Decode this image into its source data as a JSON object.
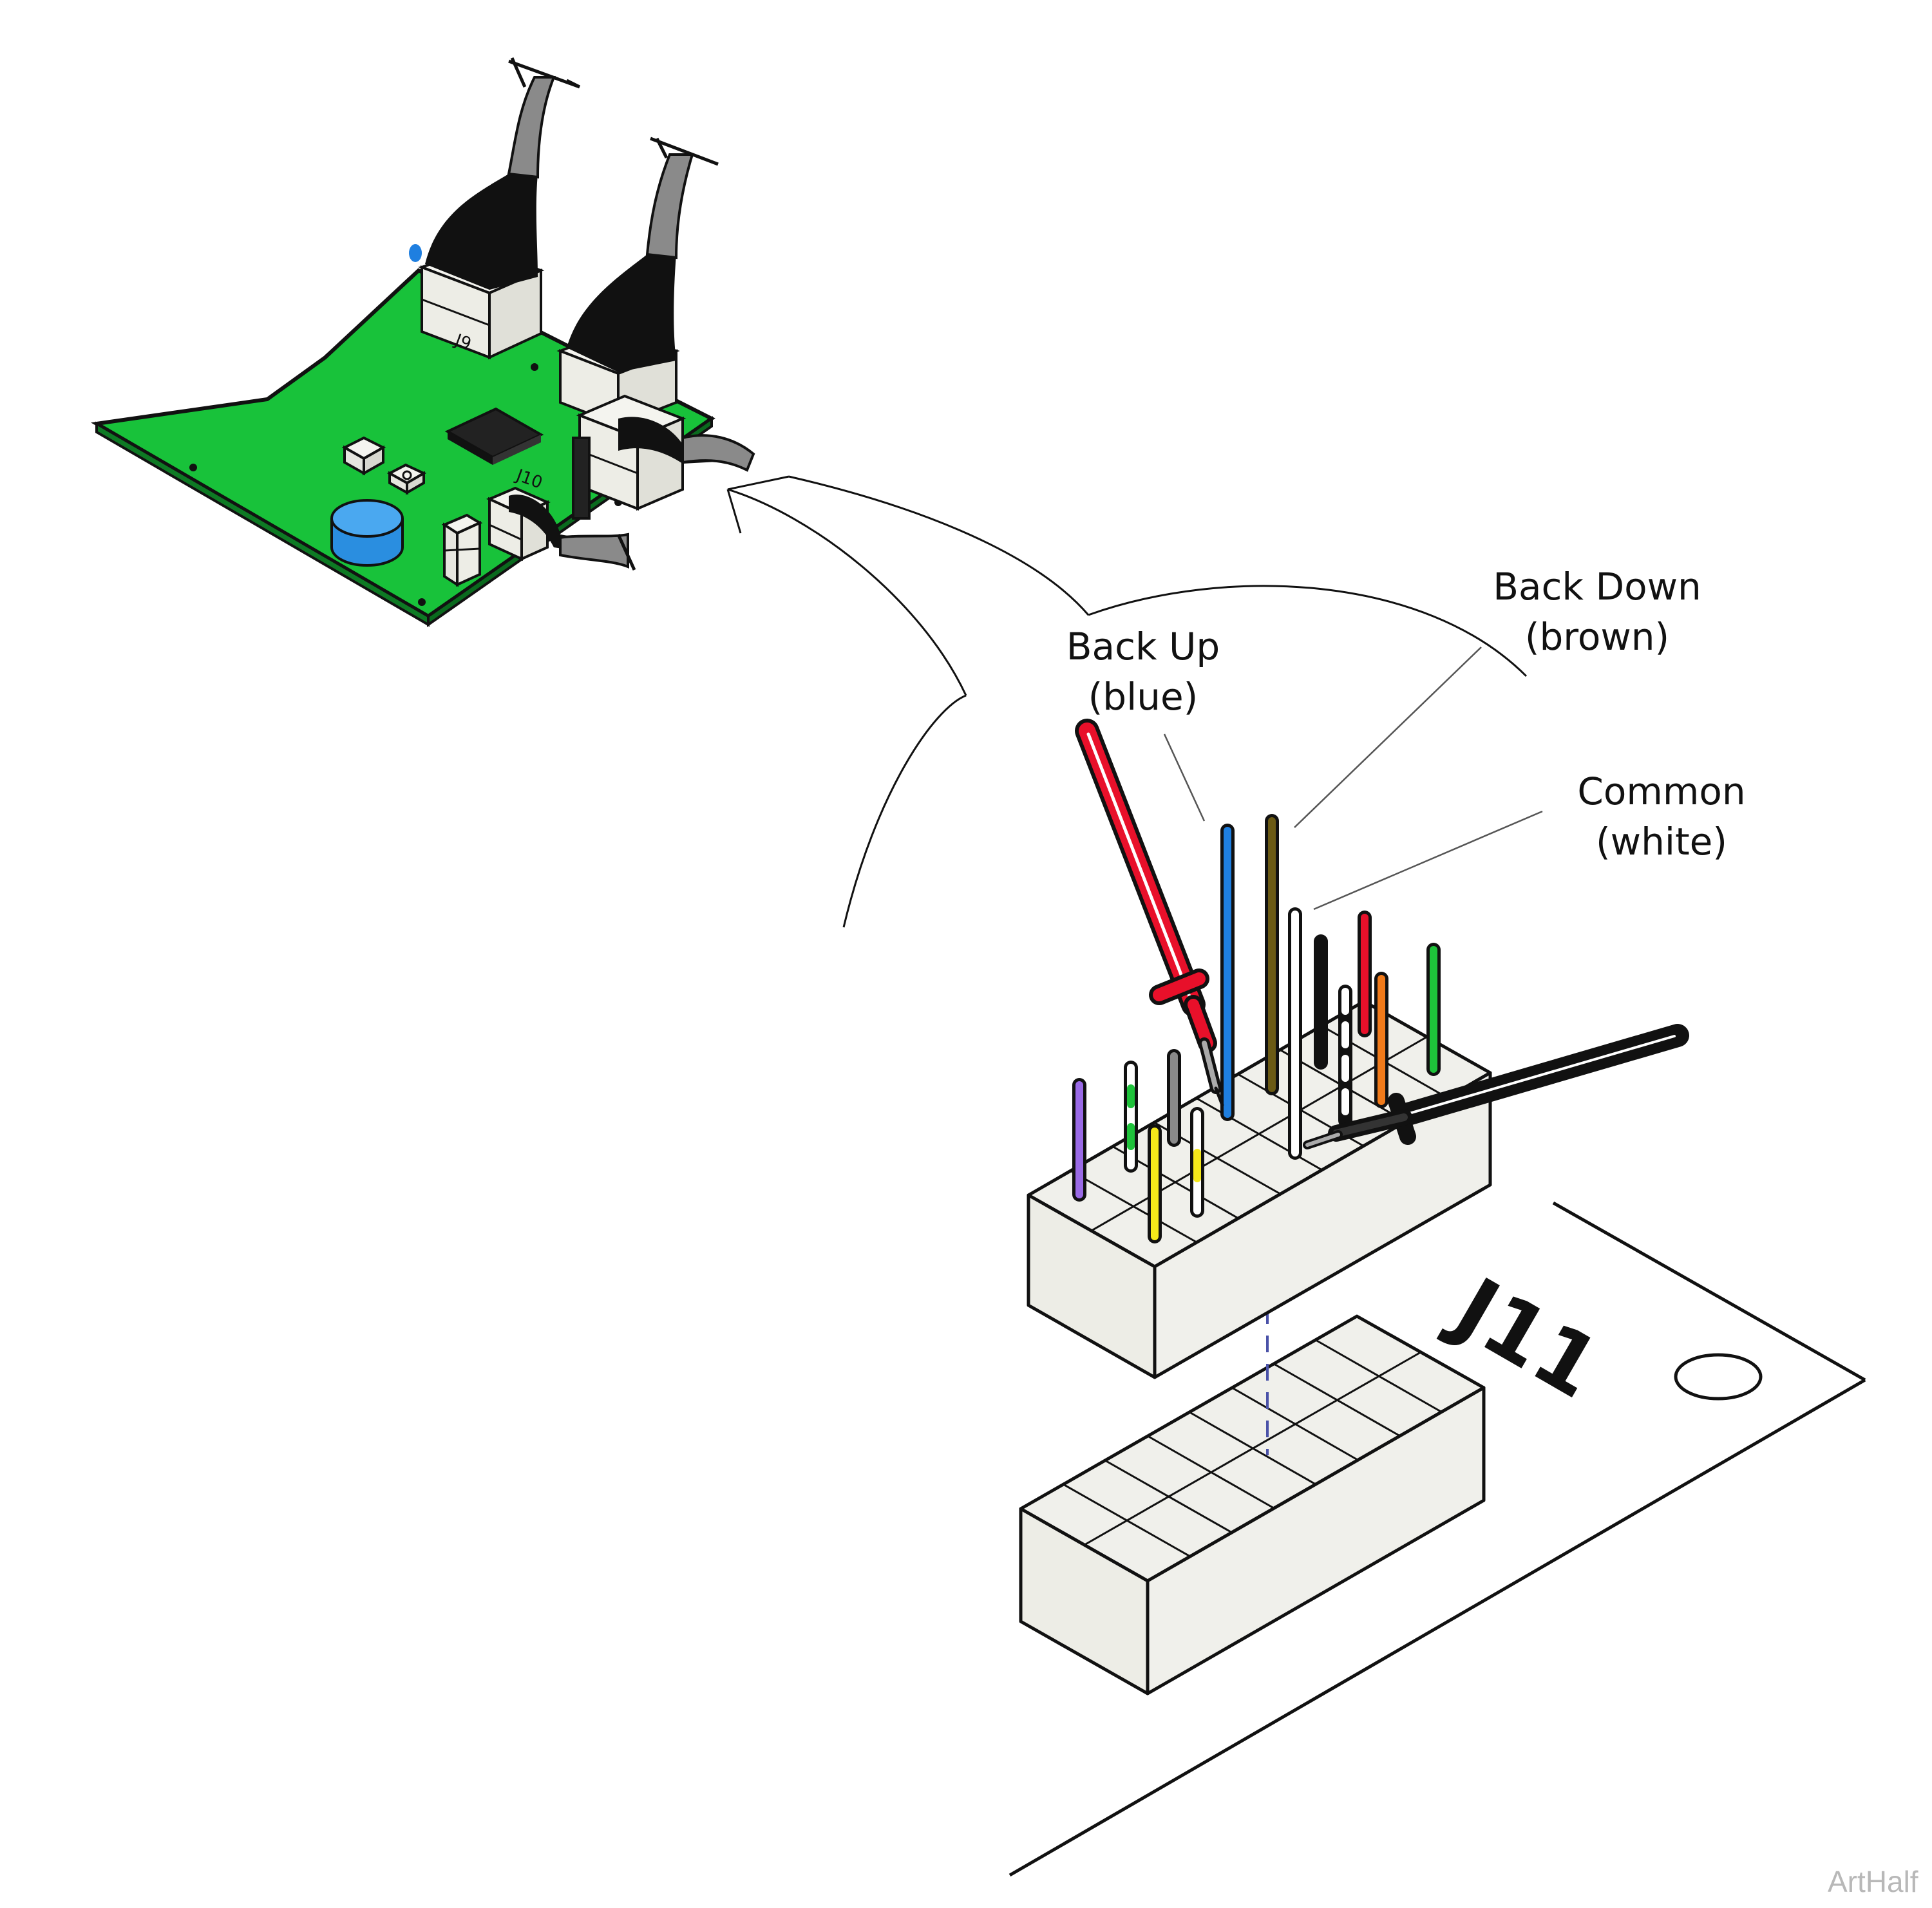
{
  "labels": {
    "back_up": {
      "line1": "Back Up",
      "line2": "(blue)"
    },
    "back_down": {
      "line1": "Back Down",
      "line2": "(brown)"
    },
    "common": {
      "line1": "Common",
      "line2": "(white)"
    },
    "connector_j11": "J11",
    "connector_j9": "J9",
    "connector_j10": "J10"
  },
  "watermark": "ArtHalf",
  "colors": {
    "board_green": "#18c23a",
    "connector_body": "#f0f0eb",
    "probe_red": "#e8102a",
    "probe_black": "#111111",
    "wire_blue": "#1f7fe0",
    "wire_brown": "#6b5a14",
    "wire_white": "#ffffff",
    "capacitor_blue": "#2a8ee0",
    "cable_gray": "#8a8a8a"
  },
  "pins_front_row": [
    "purple",
    "white-green",
    "yellow",
    "gray",
    "white-yellow"
  ],
  "pins_back_row": [
    "blue",
    "brown",
    "white",
    "black",
    "white-black",
    "red",
    "orange",
    "green"
  ]
}
